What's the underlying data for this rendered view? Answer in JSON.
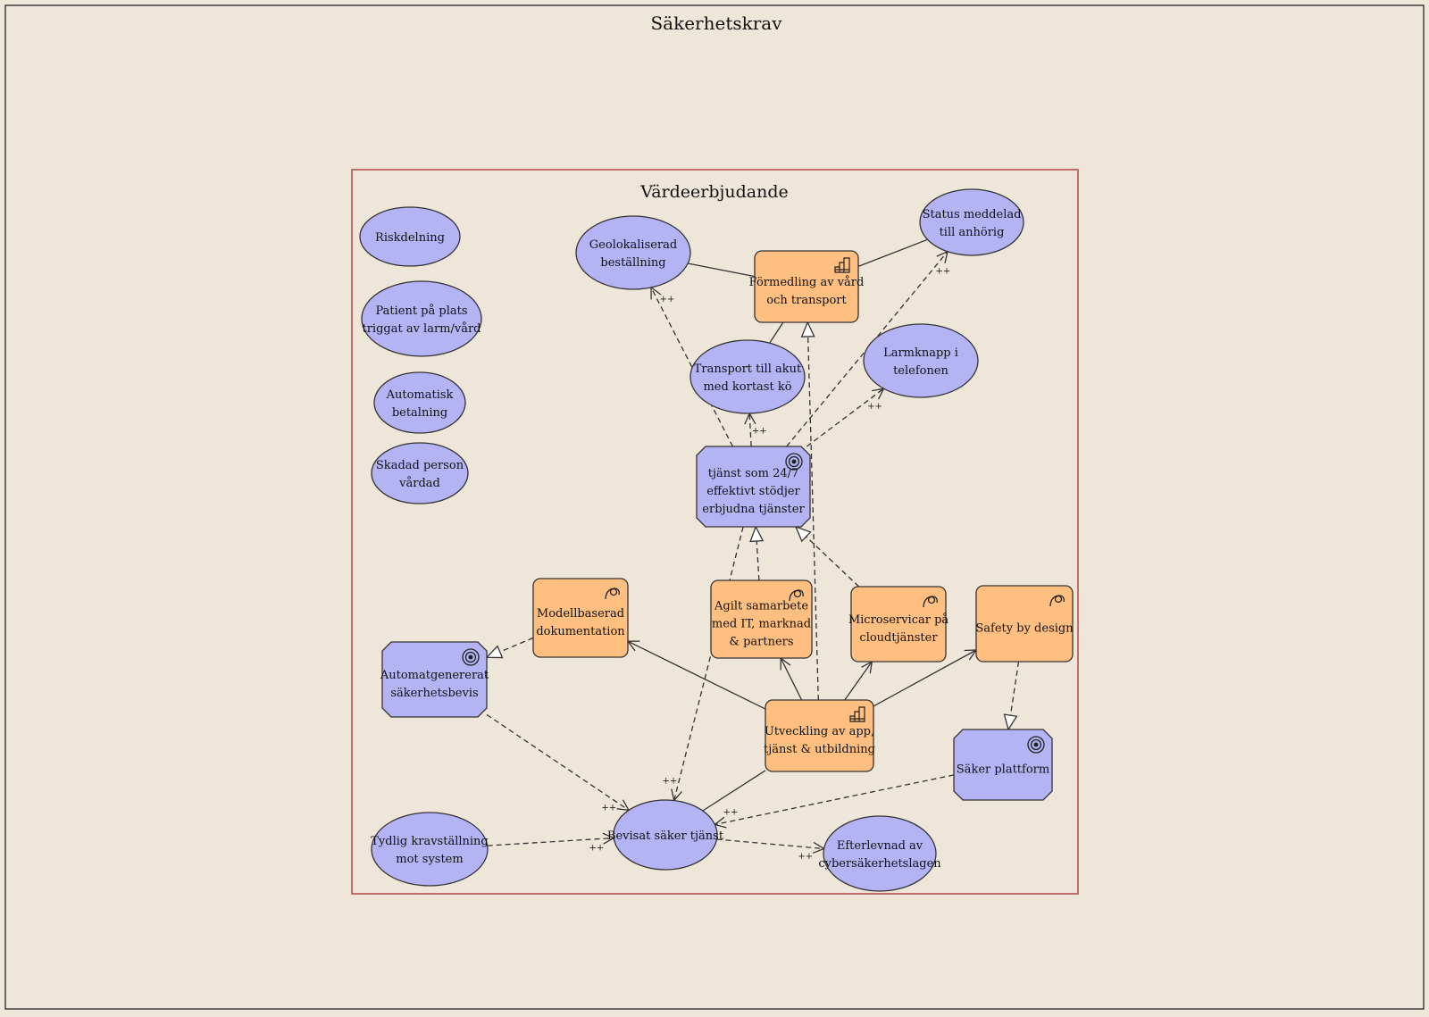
{
  "diagram": {
    "title": "Säkerhetskrav",
    "group": {
      "title": "Värdeerbjudande"
    },
    "colors": {
      "background": "#efe6da",
      "group_border": "#b03a3a",
      "motivation": "#b4b4f5",
      "business": "#ffbf80",
      "stroke": "#333333"
    },
    "elements": {
      "riskdelning": {
        "label": [
          "Riskdelning"
        ],
        "kind": "value",
        "icon": ""
      },
      "patient": {
        "label": [
          "Patient på plats",
          "triggat av larm/vård"
        ],
        "kind": "value",
        "icon": ""
      },
      "betalning": {
        "label": [
          "Automatisk",
          "betalning"
        ],
        "kind": "value",
        "icon": ""
      },
      "skadad": {
        "label": [
          "Skadad person",
          "vårdad"
        ],
        "kind": "value",
        "icon": ""
      },
      "geo": {
        "label": [
          "Geolokaliserad",
          "beställning"
        ],
        "kind": "value",
        "icon": ""
      },
      "status": {
        "label": [
          "Status meddelad",
          "till anhörig"
        ],
        "kind": "value",
        "icon": ""
      },
      "formedling": {
        "label": [
          "Förmedling av vård",
          "och transport"
        ],
        "kind": "product",
        "icon": "product-icon"
      },
      "larmknapp": {
        "label": [
          "Larmknapp i",
          "telefonen"
        ],
        "kind": "value",
        "icon": ""
      },
      "transport": {
        "label": [
          "Transport till akut",
          "med kortast kö"
        ],
        "kind": "value",
        "icon": ""
      },
      "tjanst": {
        "label": [
          "tjänst som 24/7",
          "effektivt stödjer",
          "erbjudna tjänster"
        ],
        "kind": "goal",
        "icon": "goal-icon"
      },
      "modell": {
        "label": [
          "Modellbaserad",
          "dokumentation"
        ],
        "kind": "capability",
        "icon": "capability-icon"
      },
      "agilt": {
        "label": [
          "Agilt samarbete",
          "med IT, marknad",
          "& partners"
        ],
        "kind": "capability",
        "icon": "capability-icon"
      },
      "micro": {
        "label": [
          "Microservicar på",
          "cloudtjänster"
        ],
        "kind": "capability",
        "icon": "capability-icon"
      },
      "safety": {
        "label": [
          "Safety by design"
        ],
        "kind": "capability",
        "icon": "capability-icon"
      },
      "autogen": {
        "label": [
          "Automatgenererat",
          "säkerhetsbevis"
        ],
        "kind": "goal",
        "icon": "goal-icon"
      },
      "utveckling": {
        "label": [
          "Utveckling av app,",
          "tjänst & utbildning"
        ],
        "kind": "product",
        "icon": "product-icon"
      },
      "plattform": {
        "label": [
          "Säker plattform"
        ],
        "kind": "goal",
        "icon": "goal-icon"
      },
      "krav": {
        "label": [
          "Tydlig kravställning",
          "mot system"
        ],
        "kind": "value",
        "icon": ""
      },
      "bevisat": {
        "label": [
          "Bevisat säker tjänst"
        ],
        "kind": "value",
        "icon": ""
      },
      "efterlevnad": {
        "label": [
          "Efterlevnad av",
          "cybersäkerhetslagen"
        ],
        "kind": "value",
        "icon": ""
      }
    },
    "relations": [
      {
        "from": "geo",
        "to": "formedling",
        "type": "association",
        "label": ""
      },
      {
        "from": "formedling",
        "to": "status",
        "type": "association",
        "label": ""
      },
      {
        "from": "formedling",
        "to": "transport",
        "type": "association",
        "label": ""
      },
      {
        "from": "tjanst",
        "to": "geo",
        "type": "influence",
        "label": "++"
      },
      {
        "from": "tjanst",
        "to": "transport",
        "type": "influence",
        "label": "++"
      },
      {
        "from": "tjanst",
        "to": "larmknapp",
        "type": "influence",
        "label": "++"
      },
      {
        "from": "tjanst",
        "to": "status",
        "type": "influence",
        "label": "++"
      },
      {
        "from": "agilt",
        "to": "tjanst",
        "type": "realization",
        "label": ""
      },
      {
        "from": "micro",
        "to": "tjanst",
        "type": "realization",
        "label": ""
      },
      {
        "from": "utveckling",
        "to": "formedling",
        "type": "realization",
        "label": ""
      },
      {
        "from": "modell",
        "to": "autogen",
        "type": "realization",
        "label": ""
      },
      {
        "from": "safety",
        "to": "plattform",
        "type": "realization",
        "label": ""
      },
      {
        "from": "utveckling",
        "to": "modell",
        "type": "serving",
        "label": ""
      },
      {
        "from": "utveckling",
        "to": "agilt",
        "type": "serving",
        "label": ""
      },
      {
        "from": "utveckling",
        "to": "micro",
        "type": "serving",
        "label": ""
      },
      {
        "from": "utveckling",
        "to": "safety",
        "type": "serving",
        "label": ""
      },
      {
        "from": "utveckling",
        "to": "bevisat",
        "type": "association",
        "label": ""
      },
      {
        "from": "tjanst",
        "to": "bevisat",
        "type": "influence",
        "label": "++"
      },
      {
        "from": "autogen",
        "to": "bevisat",
        "type": "influence",
        "label": "++"
      },
      {
        "from": "krav",
        "to": "bevisat",
        "type": "influence",
        "label": "++"
      },
      {
        "from": "plattform",
        "to": "bevisat",
        "type": "influence",
        "label": "++"
      },
      {
        "from": "bevisat",
        "to": "efterlevnad",
        "type": "influence",
        "label": "++"
      }
    ]
  }
}
